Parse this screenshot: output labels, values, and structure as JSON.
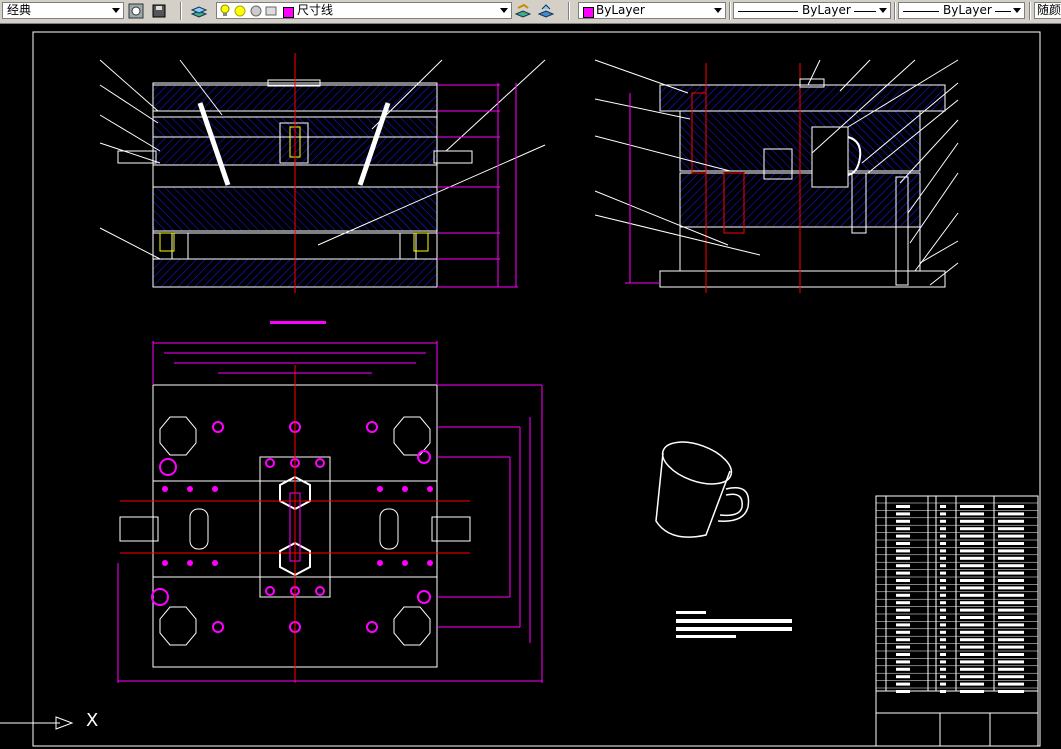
{
  "toolbar": {
    "workspace": "经典",
    "text_style_label": "尺寸线",
    "color": "ByLayer",
    "linetype": "ByLayer",
    "lineweight": "ByLayer",
    "plot_style": "随颜",
    "layer_color": "#ff00ff"
  },
  "drawing": {
    "background": "#000000",
    "mold_color": "#ff00ff",
    "hatch_color": "#0000ff",
    "outline_color": "#ffffff",
    "axis_label": "X"
  },
  "icons": [
    "dropdown-arrow-icon",
    "layer-manager-icon",
    "lightbulb-icon",
    "sun-icon",
    "lock-icon",
    "layer-state-icon",
    "match-prop-icon"
  ]
}
